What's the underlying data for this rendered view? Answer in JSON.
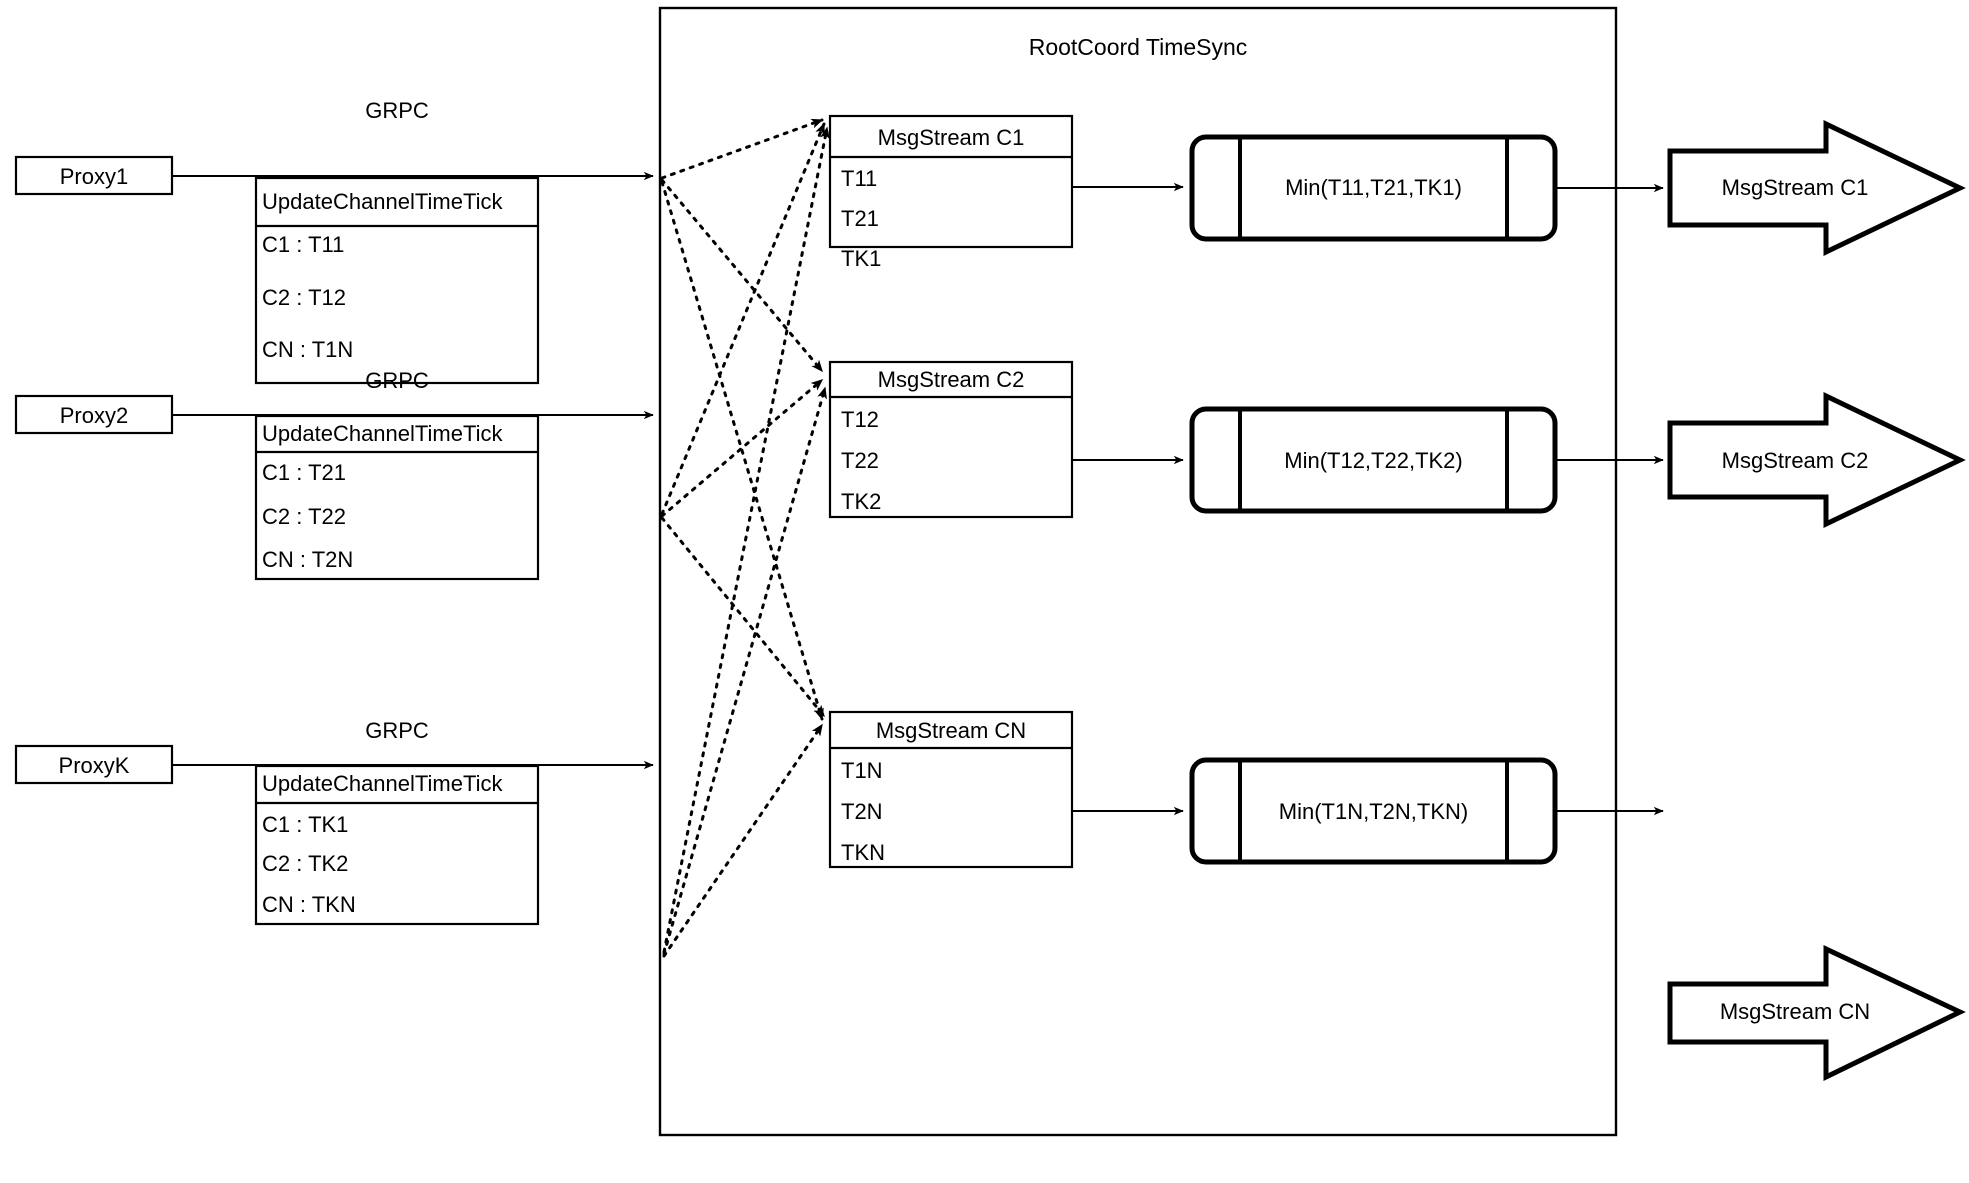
{
  "diagram": {
    "type": "flow-diagram",
    "title": "RootCoord TimeSync",
    "container_label": "RootCoord TimeSync"
  },
  "rows": [
    {
      "proxy": "Proxy1",
      "link_label": "GRPC",
      "request": {
        "header": "UpdateChannelTimeTick",
        "entries": [
          "C1 :  T11",
          "C2 :  T12",
          "CN : T1N"
        ]
      }
    },
    {
      "proxy": "Proxy2",
      "link_label": "GRPC",
      "request": {
        "header": "UpdateChannelTimeTick",
        "entries": [
          "C1 :  T21",
          "C2 :  T22",
          "CN : T2N"
        ]
      }
    },
    {
      "proxy": "ProxyK",
      "link_label": "GRPC",
      "request": {
        "header": "UpdateChannelTimeTick",
        "entries": [
          "C1 :  TK1",
          "C2 :  TK2",
          "CN : TKN"
        ]
      }
    }
  ],
  "channels": [
    {
      "stream": {
        "header": "MsgStream C1",
        "entries": [
          "T11",
          "T21",
          "TK1"
        ]
      },
      "process": "Min(T11,T21,TK1)",
      "output": "MsgStream C1"
    },
    {
      "stream": {
        "header": "MsgStream C2",
        "entries": [
          "T12",
          "T22",
          "TK2"
        ]
      },
      "process": "Min(T12,T22,TK2)",
      "output": "MsgStream C2"
    },
    {
      "stream": {
        "header": "MsgStream CN",
        "entries": [
          "T1N",
          "T2N",
          "TKN"
        ]
      },
      "process": "Min(T1N,T2N,TKN)",
      "output": "MsgStream CN"
    }
  ],
  "colors": {
    "stroke": "#000000",
    "background": "#ffffff"
  }
}
